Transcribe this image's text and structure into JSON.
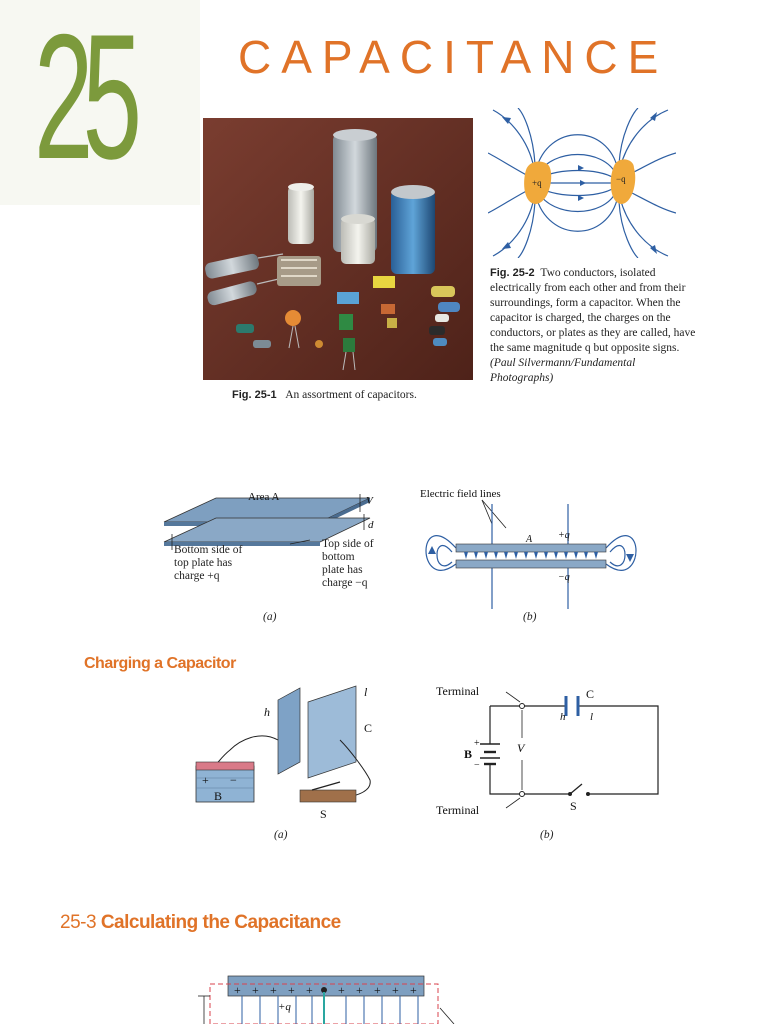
{
  "chapter": {
    "number": "25",
    "title": "CAPACITANCE"
  },
  "fig1": {
    "label": "Fig. 25-1",
    "caption": "An assortment of capacitors."
  },
  "fig2": {
    "label": "Fig. 25-2",
    "caption": "Two conductors, isolated electrically from each other and from their surroundings, form a capacitor. When the capacitor is charged, the charges on the conductors, or plates as they are called, have the same magnitude q but opposite signs.",
    "credit": "(Paul Silvermann/Fundamental Photographs)",
    "plus": "+q",
    "minus": "−q"
  },
  "fig3": {
    "area": "Area A",
    "v": "V",
    "d": "d",
    "bottom_label_1": "Bottom side of",
    "bottom_label_2": "top plate has",
    "bottom_label_3": "charge +q",
    "top_label_1": "Top side of",
    "top_label_2": "bottom",
    "top_label_3": "plate has",
    "top_label_4": "charge −q",
    "field_lines": "Electric field lines",
    "a_plate": "A",
    "plus_q": "+q",
    "minus_q": "−q",
    "sub_a": "(a)",
    "sub_b": "(b)"
  },
  "section1": {
    "title": "Charging a Capacitor"
  },
  "fig4": {
    "h": "h",
    "l": "l",
    "c": "C",
    "b": "B",
    "s": "S",
    "plus": "+",
    "minus": "−",
    "terminal_top": "Terminal",
    "terminal_bottom": "Terminal",
    "v": "V",
    "sub_a": "(a)",
    "sub_b": "(b)"
  },
  "section2": {
    "number": "25-3",
    "title": "Calculating the Capacitance"
  },
  "fig5": {
    "plus_q": "+q"
  }
}
